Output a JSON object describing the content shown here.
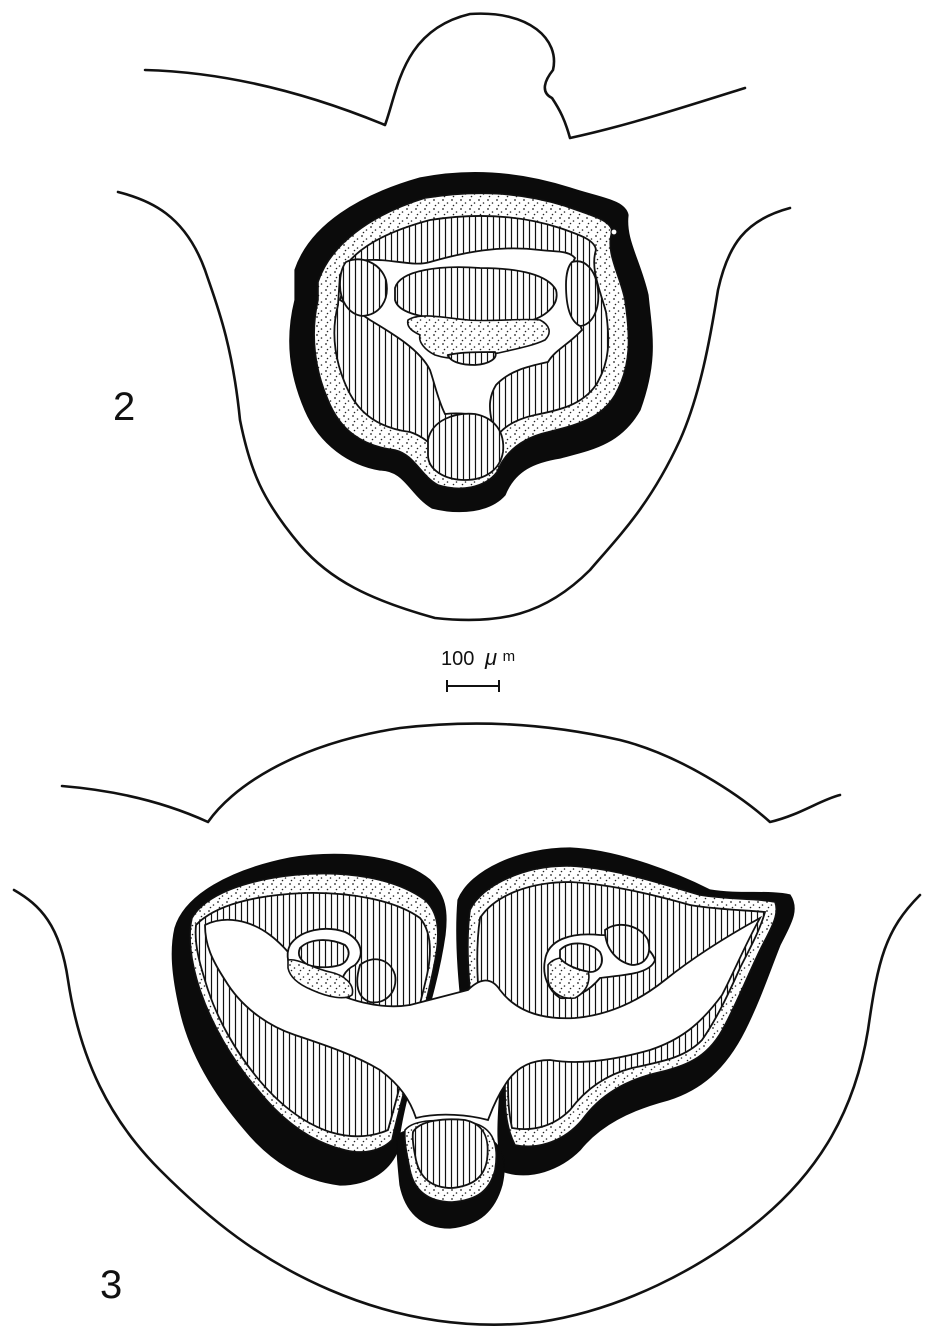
{
  "figure": {
    "panel_top_label": "2",
    "panel_bottom_label": "3",
    "scale_bar": {
      "value": "100",
      "unit_mu": "μ",
      "unit_m": "m"
    }
  }
}
